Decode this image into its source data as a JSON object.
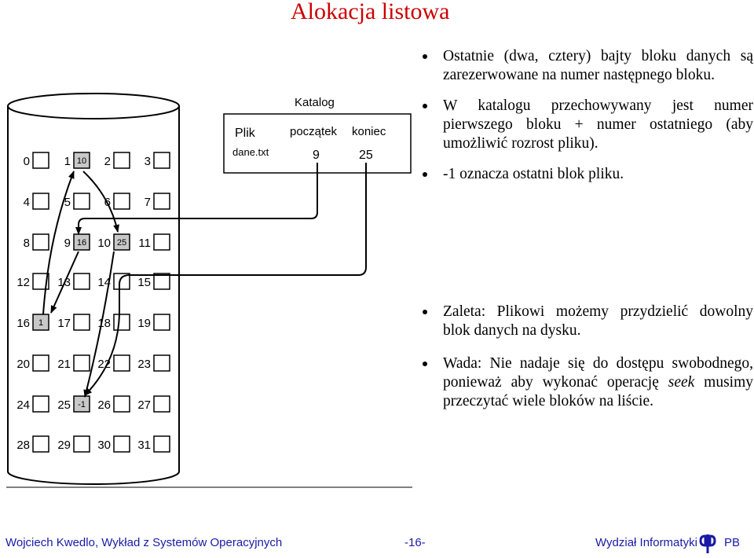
{
  "title": "Alokacja listowa",
  "bullets_top": [
    "Ostatnie (dwa, cztery) bajty bloku danych są zarezerwowane na numer następnego bloku.",
    "W katalogu przechowywany jest numer pierwszego bloku + numer ostatniego (aby umożliwić rozrost pliku).",
    "-1 oznacza ostatni blok pliku."
  ],
  "bullets_bottom": [
    {
      "text": "Zaleta: Plikowi możemy przydzielić dowolny blok danych na dysku."
    },
    {
      "pre": "Wada: Nie nadaje się do dostępu swobodnego, ponieważ aby wykonać operację ",
      "em": "seek",
      "post": " musimy przeczytać wiele bloków na liście."
    }
  ],
  "directory": {
    "caption": "Katalog",
    "col_file": "Plik",
    "col_start": "początek",
    "col_end": "koniec",
    "file_name": "dane.txt",
    "start": "9",
    "end": "25"
  },
  "disk": {
    "blocks": [
      "0",
      "1",
      "2",
      "3",
      "4",
      "5",
      "6",
      "7",
      "8",
      "9",
      "10",
      "11",
      "12",
      "13",
      "14",
      "15",
      "16",
      "17",
      "18",
      "19",
      "20",
      "21",
      "22",
      "23",
      "24",
      "25",
      "26",
      "27",
      "28",
      "29",
      "30",
      "31"
    ],
    "pointers": {
      "1": "10",
      "9": "16",
      "10": "25",
      "16": "1",
      "25": "-1"
    },
    "chain": [
      "9",
      "16",
      "1",
      "10",
      "25"
    ]
  },
  "footer": {
    "left": "Wojciech Kwedlo, Wykład z Systemów Operacyjnych",
    "center": "-16-",
    "right": "Wydział Informatyki",
    "logo_text": "PB"
  },
  "colors": {
    "title": "#cc0000",
    "footer": "#1a1aa6",
    "used_block": "#c8c8c8"
  }
}
